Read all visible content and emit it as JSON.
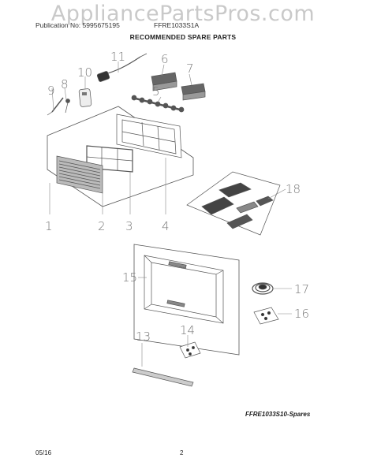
{
  "watermark": "AppliancePartsPros.com",
  "header": {
    "publication": "Publication No: 5995675195",
    "model": "FFRE1033S1A",
    "section_title": "RECOMMENDED SPARE PARTS"
  },
  "callouts": [
    "1",
    "2",
    "3",
    "4",
    "5",
    "6",
    "7",
    "8",
    "9",
    "10",
    "11",
    "13",
    "14",
    "15",
    "16",
    "17",
    "18"
  ],
  "footer": {
    "spares_code": "FFRE1033S10-Spares",
    "date": "05/16",
    "page": "2"
  }
}
